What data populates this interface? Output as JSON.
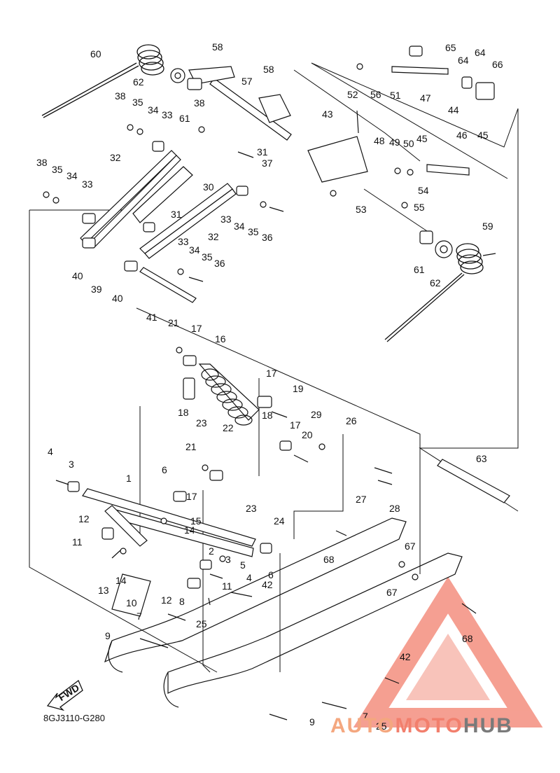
{
  "diagram": {
    "code": "8GJ3110-G280",
    "fwd_label": "FWD",
    "watermark": {
      "auto": "AUTO",
      "moto": "MOTO",
      "hub": "HUB"
    },
    "part_labels": [
      "1",
      "2",
      "3",
      "4",
      "5",
      "6",
      "7",
      "8",
      "9",
      "10",
      "11",
      "12",
      "13",
      "14",
      "15",
      "16",
      "17",
      "18",
      "19",
      "20",
      "21",
      "22",
      "23",
      "24",
      "25",
      "26",
      "27",
      "28",
      "29",
      "30",
      "31",
      "32",
      "33",
      "34",
      "35",
      "36",
      "37",
      "38",
      "39",
      "40",
      "41",
      "42",
      "43",
      "44",
      "45",
      "46",
      "47",
      "48",
      "49",
      "50",
      "51",
      "52",
      "53",
      "54",
      "55",
      "56",
      "57",
      "58",
      "59",
      "60",
      "61",
      "62",
      "63",
      "64",
      "65",
      "66",
      "67",
      "68"
    ]
  },
  "colors": {
    "line": "#111111",
    "watermark_red": "#f27f6d",
    "watermark_orange": "#f4a77f",
    "watermark_gray": "#7a7a7a"
  }
}
